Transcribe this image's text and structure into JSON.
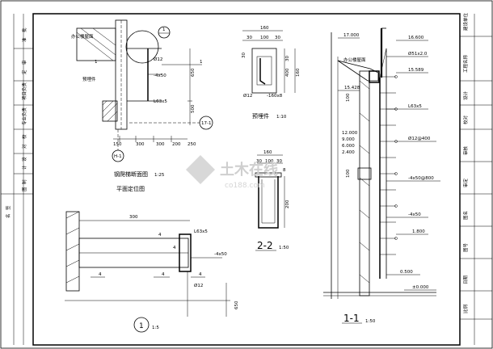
{
  "detail_a": {
    "title": "钢爬梯断面图",
    "scale": "1:25",
    "subtitle": "平面定位图",
    "label_floor": "办公楼屋面",
    "label_embed": "预埋件",
    "marker_top": "1",
    "marker_mid_left": "1",
    "marker_mid_right": "1",
    "grid_circle": "17-1",
    "grid_circle_left": "H-1",
    "rod": "Ø12",
    "plate": "-4x50",
    "angle": "L63x5",
    "dim_650": "650",
    "dim_500": "500",
    "dims_bottom": [
      "150",
      "300",
      "300",
      "200",
      "250"
    ]
  },
  "embed": {
    "title": "预埋件",
    "scale": "1:10",
    "dim_top": "160",
    "dim_30a": "30",
    "dim_100": "100",
    "dim_30b": "30",
    "dim_30c": "30",
    "dim_400": "400",
    "dim_160": "160",
    "rod": "Ø12",
    "plate": "-160x8",
    "dim_30d": "30"
  },
  "section2": {
    "title": "2-2",
    "scale": "1:50",
    "dim_160": "160",
    "dim_30a": "30",
    "dim_100": "100",
    "dim_30b": "30",
    "dim_200": "200",
    "dim_8": "8"
  },
  "detail1": {
    "title": "1",
    "scale": "1:5",
    "dim_300": "300",
    "angle": "L63x5",
    "plate": "-4x50",
    "weld_a": "4",
    "weld_b": "4",
    "weld_c": "4",
    "weld_d": "4",
    "weld_e": "4",
    "rod": "Ø12",
    "dim_650": "650"
  },
  "section1": {
    "title": "1-1",
    "scale": "1:50",
    "elev_17000": "17.000",
    "elev_16600": "16.600",
    "rod_top": "Ø51x2.0",
    "elev_15589": "15.589",
    "label_floor": "办公楼屋面",
    "elev_15428": "15.428",
    "dim_100": "100",
    "angle": "L63x5",
    "elev_12000": "12.000",
    "elev_9000": "9.000",
    "elev_6000": "6.000",
    "elev_2400": "2.400",
    "rung": "Ø12@400",
    "dim_100b": "100",
    "plate": "-4x50@800",
    "plate_b": "-4x50",
    "elev_1800": "1.800",
    "elev_0500": "0.500",
    "elev_0000": "±0.000"
  },
  "watermark": {
    "main": "土木在线",
    "sub": "co188.com"
  },
  "title_block": {
    "cells": [
      "建设单位",
      "工程名称",
      "设计",
      "校对",
      "审核",
      "审定",
      "图名",
      "图号",
      "日期",
      "比例"
    ]
  },
  "left_strip": {
    "cells": [
      "批",
      "准",
      "审",
      "定",
      "项目负责",
      "专业负责",
      "校",
      "对",
      "设",
      "计",
      "制",
      "图",
      "签",
      "名"
    ]
  }
}
